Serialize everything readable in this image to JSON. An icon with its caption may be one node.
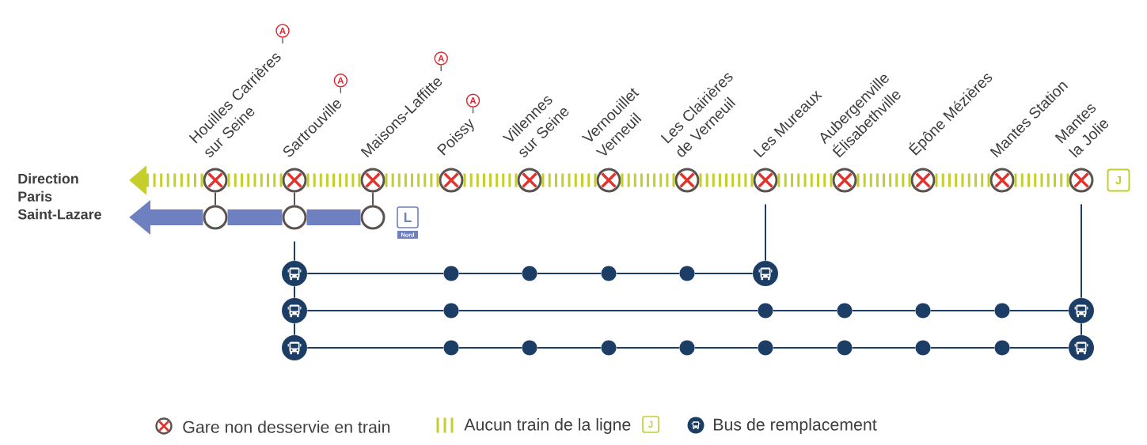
{
  "diagram": {
    "nodes": [
      {
        "text": [
          "Houilles Carrières sur Seine"
        ]
      },
      {
        "text": [
          "Sartrouville"
        ]
      },
      {
        "text": [
          "Maisons-Laffitte"
        ]
      },
      {
        "text": [
          "Poissy"
        ]
      },
      {
        "text": [
          "Villennes sur Seine"
        ]
      },
      {
        "text": [
          "Vernouillet Verneuil"
        ]
      },
      {
        "text": [
          "Les Clairières de Verneuil"
        ]
      },
      {
        "text": [
          "Les Mureaux"
        ]
      },
      {
        "text": [
          "Aubergenville Élisabethville"
        ]
      },
      {
        "text": [
          "Épône Mézières"
        ]
      },
      {
        "text": [
          "Mantes Station"
        ]
      },
      {
        "text": [
          "Mantes la Jolie"
        ]
      },
      {
        "text": [],
        "shape": "circle"
      },
      {
        "text": [],
        "shape": "circle"
      },
      {
        "text": [],
        "shape": "circle"
      },
      {
        "text": [],
        "shape": "circle"
      },
      {
        "text": [],
        "shape": "circle"
      },
      {
        "text": [],
        "shape": "circle"
      },
      {
        "text": [],
        "shape": "circle"
      },
      {
        "text": [],
        "shape": "circle"
      },
      {
        "text": [],
        "shape": "circle"
      },
      {
        "text": [],
        "shape": "circle"
      },
      {
        "text": [],
        "shape": "circle"
      },
      {
        "text": [],
        "shape": "circle"
      },
      {
        "text": [],
        "shape": "circle"
      },
      {
        "text": [],
        "shape": "circle"
      },
      {
        "text": [],
        "shape": "circle"
      },
      {
        "text": [],
        "shape": "circle"
      },
      {
        "text": [],
        "shape": "circle"
      },
      {
        "text": [],
        "shape": "circle"
      },
      {
        "text": [],
        "shape": "circle"
      },
      {
        "text": [],
        "shape": "circle"
      },
      {
        "text": [],
        "shape": "circle"
      },
      {
        "text": [],
        "shape": "circle"
      },
      {
        "text": [],
        "shape": "circle"
      },
      {
        "text": [],
        "shape": "circle"
      },
      {
        "text": [],
        "shape": "circle"
      },
      {
        "text": [],
        "shape": "circle"
      }
    ],
    "edges": [
      {
        "from": 11,
        "to": 10,
        "arrow": "none",
        "style": "dashed",
        "color": "#c4ce2c"
      },
      {
        "from": 10,
        "to": 9,
        "arrow": "none",
        "style": "dashed",
        "color": "#c4ce2c"
      },
      {
        "from": 9,
        "to": 8,
        "arrow": "none",
        "style": "dashed",
        "color": "#c4ce2c"
      },
      {
        "from": 8,
        "to": 7,
        "arrow": "none",
        "style": "dashed",
        "color": "#c4ce2c"
      },
      {
        "from": 7,
        "to": 6,
        "arrow": "none",
        "style": "dashed",
        "color": "#c4ce2c"
      },
      {
        "from": 6,
        "to": 5,
        "arrow": "none",
        "style": "dashed",
        "color": "#c4ce2c"
      },
      {
        "from": 5,
        "to": 4,
        "arrow": "none",
        "style": "dashed",
        "color": "#c4ce2c"
      },
      {
        "from": 4,
        "to": 3,
        "arrow": "none",
        "style": "dashed",
        "color": "#c4ce2c"
      },
      {
        "from": 3,
        "to": 2,
        "arrow": "none",
        "style": "dashed",
        "color": "#c4ce2c"
      },
      {
        "from": 2,
        "to": 1,
        "arrow": "none",
        "style": "dashed",
        "color": "#c4ce2c"
      },
      {
        "from": 1,
        "to": 0,
        "arrow": "none",
        "style": "dashed",
        "color": "#c4ce2c"
      },
      {
        "from": 0,
        "to": null,
        "arrow": "to",
        "style": "dashed",
        "color": "#c4ce2c"
      },
      {
        "from": 14,
        "to": 13,
        "arrow": "none",
        "style": "thick",
        "color": "#6f80c1"
      },
      {
        "from": 13,
        "to": 12,
        "arrow": "none",
        "style": "thick",
        "color": "#6f80c1"
      },
      {
        "from": 12,
        "to": null,
        "arrow": "to",
        "style": "thick",
        "color": "#6f80c1"
      },
      {
        "from": 0,
        "to": 12,
        "arrow": "none",
        "color": "#5c534f"
      },
      {
        "from": 1,
        "to": 13,
        "arrow": "none",
        "color": "#5c534f"
      },
      {
        "from": 2,
        "to": 14,
        "arrow": "none",
        "color": "#5c534f"
      },
      {
        "from": 13,
        "to": 15,
        "arrow": "none"
      },
      {
        "from": 15,
        "to": 21,
        "arrow": "none"
      },
      {
        "from": 21,
        "to": 28,
        "arrow": "none"
      },
      {
        "from": 7,
        "to": 20,
        "arrow": "none"
      },
      {
        "from": 11,
        "to": 27,
        "arrow": "none"
      },
      {
        "from": 27,
        "to": 37,
        "arrow": "none"
      },
      {
        "from": 15,
        "to": 16,
        "arrow": "none"
      },
      {
        "from": 16,
        "to": 17,
        "arrow": "none"
      },
      {
        "from": 17,
        "to": 18,
        "arrow": "none"
      },
      {
        "from": 18,
        "to": 19,
        "arrow": "none"
      },
      {
        "from": 19,
        "to": 20,
        "arrow": "none"
      },
      {
        "from": 21,
        "to": 22,
        "arrow": "none"
      },
      {
        "from": 22,
        "to": 23,
        "arrow": "none"
      },
      {
        "from": 23,
        "to": 24,
        "arrow": "none"
      },
      {
        "from": 24,
        "to": 25,
        "arrow": "none"
      },
      {
        "from": 25,
        "to": 26,
        "arrow": "none"
      },
      {
        "from": 26,
        "to": 27,
        "arrow": "none"
      },
      {
        "from": 28,
        "to": 29,
        "arrow": "none"
      },
      {
        "from": 29,
        "to": 30,
        "arrow": "none"
      },
      {
        "from": 30,
        "to": 31,
        "arrow": "none"
      },
      {
        "from": 31,
        "to": 32,
        "arrow": "none"
      },
      {
        "from": 32,
        "to": 33,
        "arrow": "none"
      },
      {
        "from": 33,
        "to": 34,
        "arrow": "none"
      },
      {
        "from": 34,
        "to": 35,
        "arrow": "none"
      },
      {
        "from": 35,
        "to": 36,
        "arrow": "none"
      },
      {
        "from": 36,
        "to": 37,
        "arrow": "none"
      }
    ],
    "labels": [
      "A",
      "A",
      "A",
      "A",
      "Direction Paris Saint-Lazare",
      "L",
      "Nord",
      "J",
      "J"
    ],
    "legend": [
      {
        "text": "Gare non desservie en train"
      },
      {
        "text": "Aucun train de la ligne"
      },
      {
        "text": "Bus de remplacement"
      }
    ]
  }
}
